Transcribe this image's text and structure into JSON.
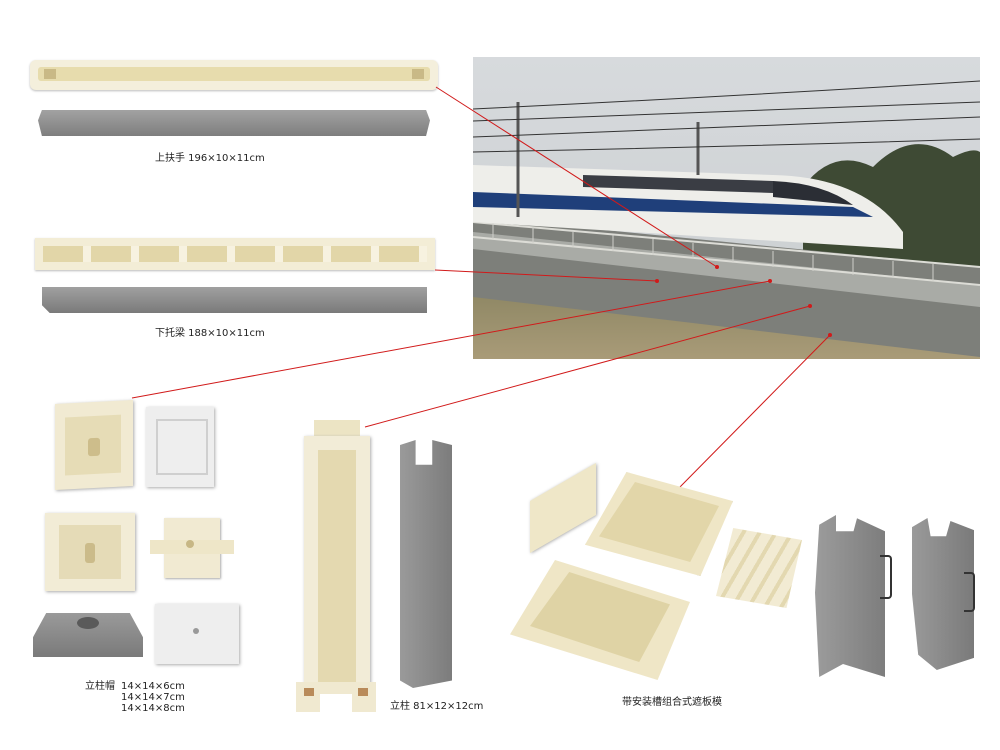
{
  "captions": {
    "upper_handrail": "上扶手  196×10×11cm",
    "lower_beam": "下托梁  188×10×11cm",
    "post_cap_name": "立柱帽",
    "post_cap_size_1": "14×14×6cm",
    "post_cap_size_2": "14×14×7cm",
    "post_cap_size_3": "14×14×8cm",
    "post": "立柱  81×12×12cm",
    "panel_mold": "带安装槽组合式遮板模"
  },
  "colors": {
    "leader_line": "#d11a1a",
    "mold_cream": "#f1ead0",
    "product_gray": "#8f8f8f"
  }
}
